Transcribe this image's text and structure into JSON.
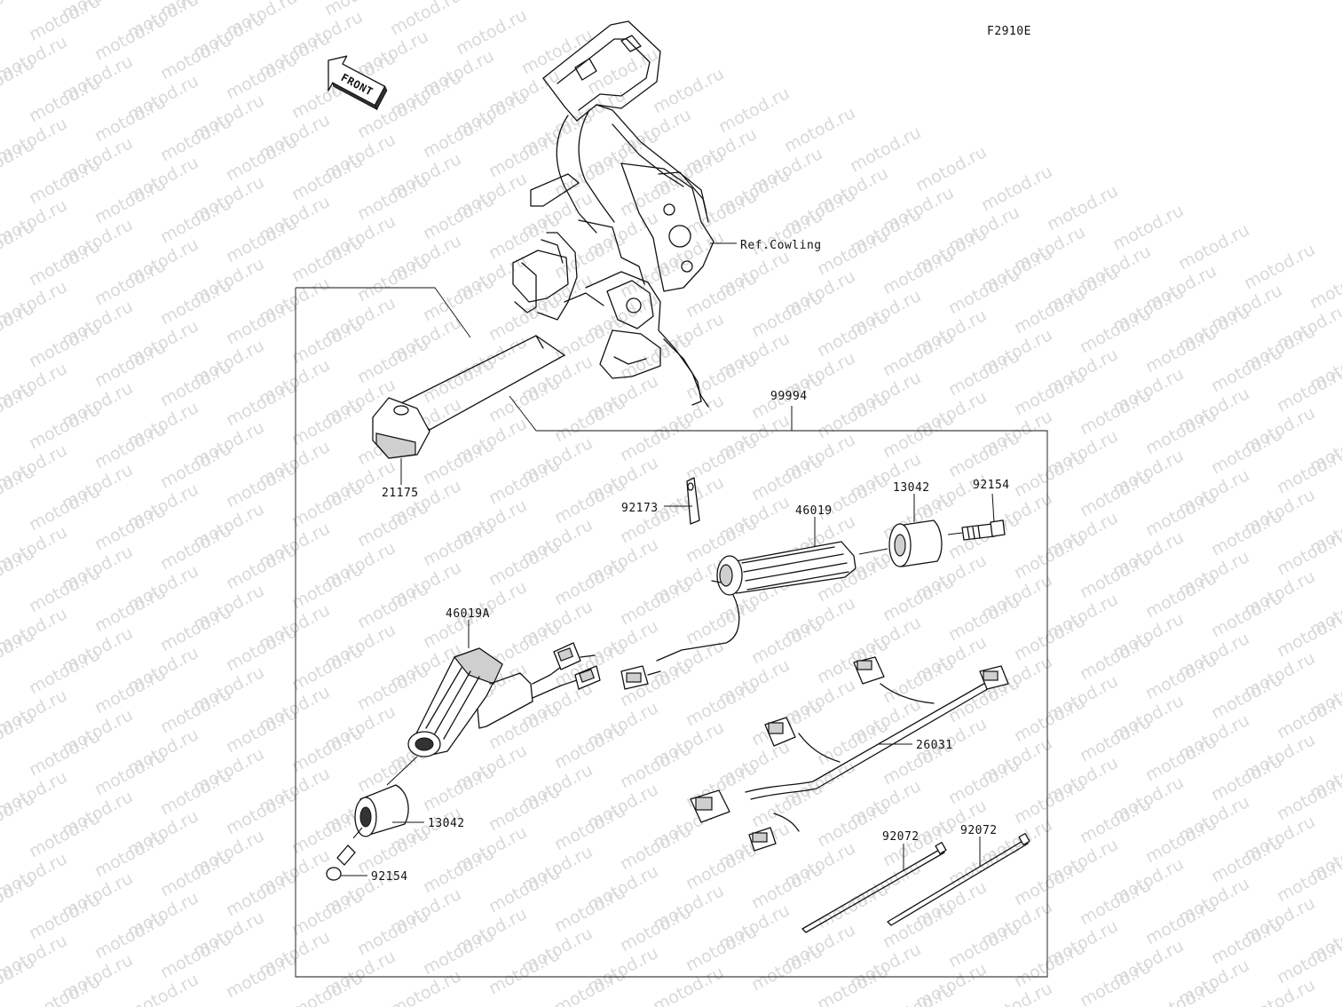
{
  "diagram": {
    "figure_code": "F2910E",
    "front_arrow_text": "FRONT",
    "watermark_text": "motod.ru",
    "reference_label": "Ref.Cowling",
    "parts": [
      {
        "id": "99994",
        "label": "99994"
      },
      {
        "id": "21175",
        "label": "21175"
      },
      {
        "id": "92173",
        "label": "92173"
      },
      {
        "id": "46019",
        "label": "46019"
      },
      {
        "id": "13042_right",
        "label": "13042"
      },
      {
        "id": "92154_right",
        "label": "92154"
      },
      {
        "id": "46019A",
        "label": "46019A"
      },
      {
        "id": "26031",
        "label": "26031"
      },
      {
        "id": "13042_left",
        "label": "13042"
      },
      {
        "id": "92154_left",
        "label": "92154"
      },
      {
        "id": "92072_a",
        "label": "92072"
      },
      {
        "id": "92072_b",
        "label": "92072"
      }
    ]
  }
}
